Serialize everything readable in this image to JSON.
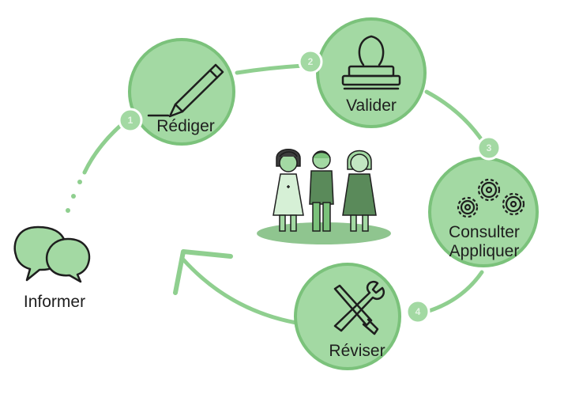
{
  "colors": {
    "circle_fill": "#a3d9a3",
    "circle_stroke": "#7bc27b",
    "path": "#8fcf8f",
    "badge_fill": "#a3d9a3",
    "badge_text": "#e4f4e4",
    "icon": "#1e1e1e",
    "shadow": "#8fc58f"
  },
  "steps": [
    {
      "number": "1",
      "label": "Rédiger",
      "icon": "pencil-icon"
    },
    {
      "number": "2",
      "label": "Valider",
      "icon": "stamp-icon"
    },
    {
      "number": "3",
      "label": "Consulter\nAppliquer",
      "icon": "gears-icon"
    },
    {
      "number": "4",
      "label": "Réviser",
      "icon": "tools-icon"
    }
  ],
  "informer": {
    "label": "Informer",
    "icon": "speech-bubbles-icon"
  },
  "center": {
    "icon": "people-group-icon"
  }
}
